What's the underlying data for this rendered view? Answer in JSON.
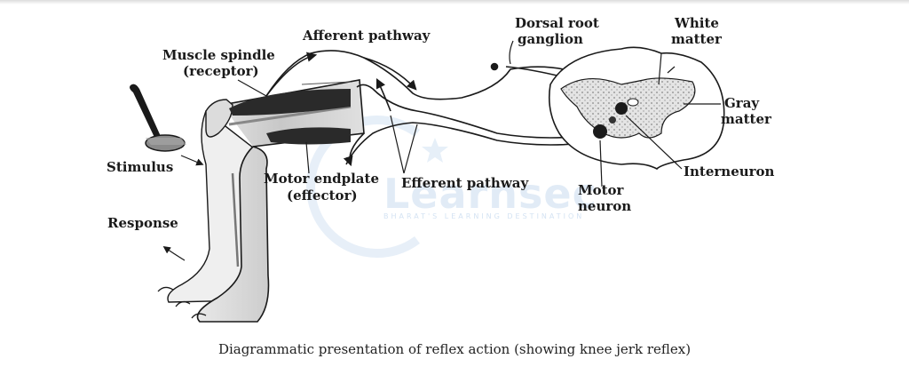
{
  "labels": {
    "afferent_pathway": "Afferent pathway",
    "dorsal_root_ganglion_1": "Dorsal root",
    "dorsal_root_ganglion_2": "ganglion",
    "white_matter_1": "White",
    "white_matter_2": "matter",
    "muscle_spindle_1": "Muscle spindle",
    "muscle_spindle_2": "(receptor)",
    "gray_matter_1": "Gray",
    "gray_matter_2": "matter",
    "stimulus": "Stimulus",
    "motor_endplate_1": "Motor endplate",
    "motor_endplate_2": "(effector)",
    "efferent_pathway": "Efferent pathway",
    "interneuron": "Interneuron",
    "motor_neuron_1": "Motor",
    "motor_neuron_2": "neuron",
    "response": "Response"
  },
  "caption": "Diagrammatic presentation of reflex action (showing knee jerk reflex)",
  "watermark": {
    "brand": "Learnsec",
    "tagline": "BHARAT'S LEARNING DESTINATION"
  },
  "colors": {
    "ink": "#1a1a1a",
    "leg_fill": "#d6d6d6",
    "muscle_dark": "#2a2a2a",
    "gray_matter": "#cfcfcf",
    "watermark": "#c9dcf0"
  }
}
